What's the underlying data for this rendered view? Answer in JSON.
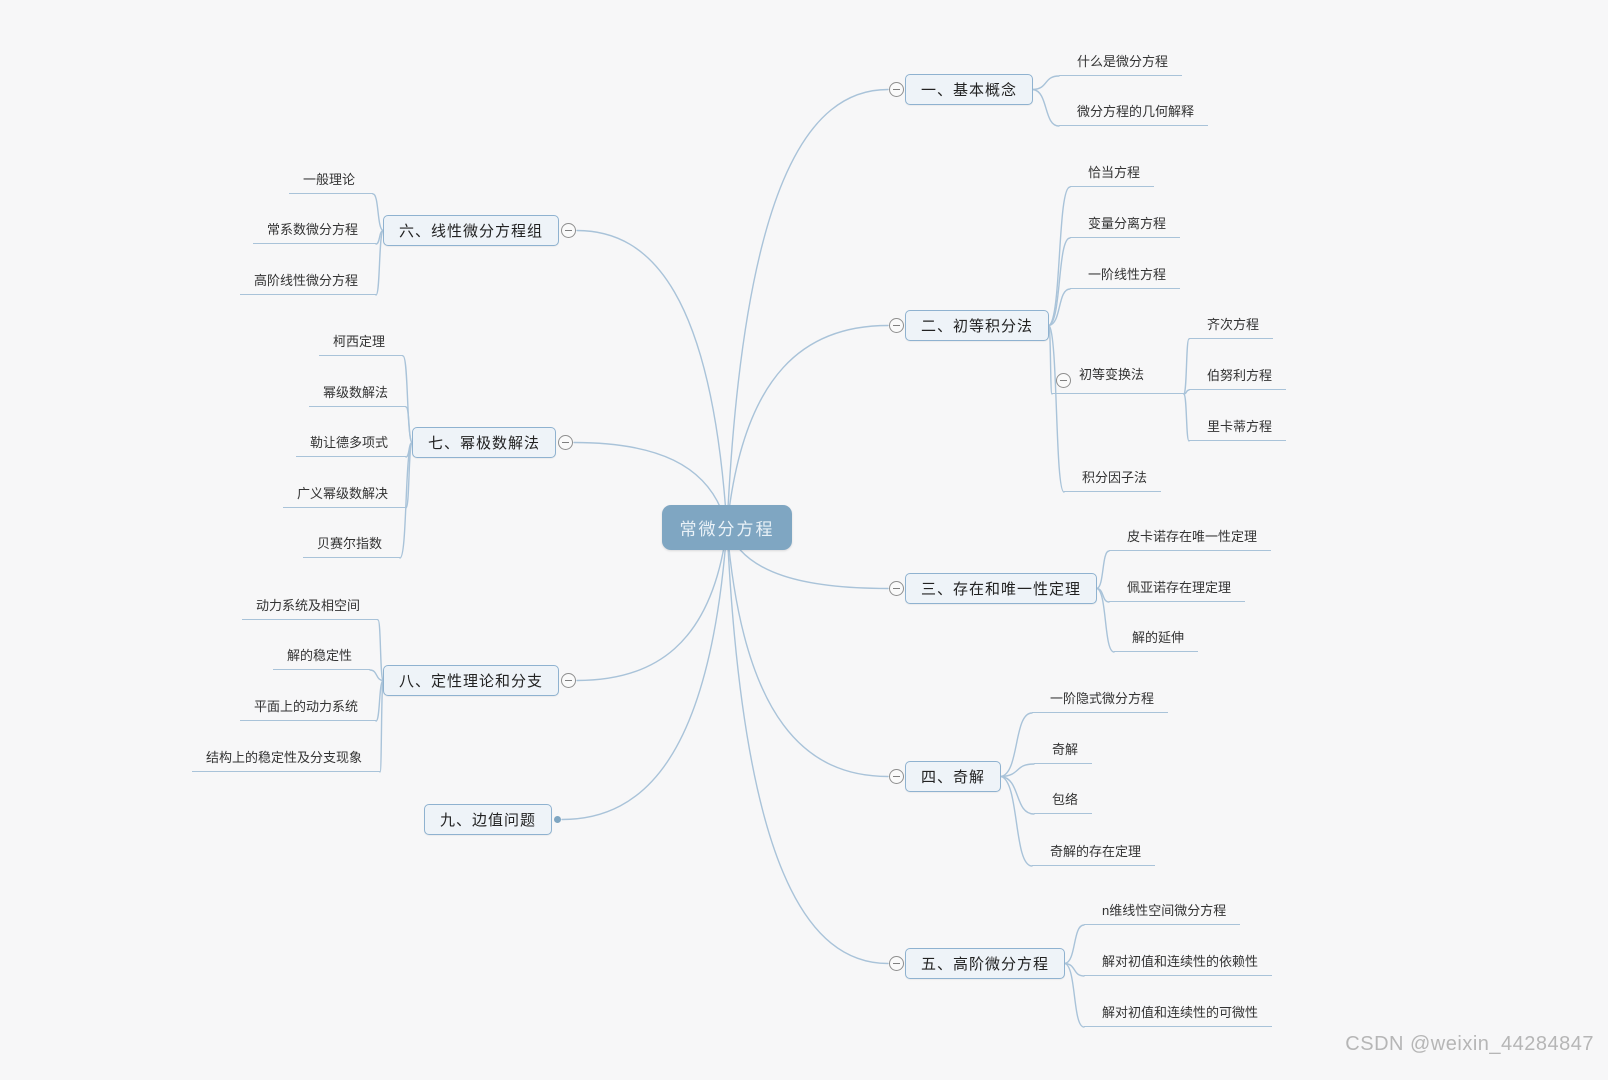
{
  "root": {
    "label": "常微分方程"
  },
  "right": [
    {
      "label": "一、基本概念",
      "children": [
        "什么是微分方程",
        "微分方程的几何解释"
      ]
    },
    {
      "label": "二、初等积分法",
      "children": [
        "恰当方程",
        "变量分离方程",
        "一阶线性方程",
        "积分因子法"
      ],
      "subnode": {
        "label": "初等变换法",
        "children": [
          "齐次方程",
          "伯努利方程",
          "里卡蒂方程"
        ]
      }
    },
    {
      "label": "三、存在和唯一性定理",
      "children": [
        "皮卡诺存在唯一性定理",
        "佩亚诺存在理定理",
        "解的延伸"
      ]
    },
    {
      "label": "四、奇解",
      "children": [
        "一阶隐式微分方程",
        "奇解",
        "包络",
        "奇解的存在定理"
      ]
    },
    {
      "label": "五、高阶微分方程",
      "children": [
        "n维线性空间微分方程",
        "解对初值和连续性的依赖性",
        "解对初值和连续性的可微性"
      ]
    }
  ],
  "left": [
    {
      "label": "六、线性微分方程组",
      "children": [
        "一般理论",
        "常系数微分方程",
        "高阶线性微分方程"
      ]
    },
    {
      "label": "七、幂极数解法",
      "children": [
        "柯西定理",
        "幂级数解法",
        "勒让德多项式",
        "广义幂级数解决",
        "贝赛尔指数"
      ]
    },
    {
      "label": "八、定性理论和分支",
      "children": [
        "动力系统及相空间",
        "解的稳定性",
        "平面上的动力系统",
        "结构上的稳定性及分支现象"
      ]
    },
    {
      "label": "九、边值问题",
      "children": []
    }
  ],
  "watermark": "CSDN @weixin_44284847",
  "icons": {
    "collapse": "minus-in-circle",
    "branch_end": "dot"
  },
  "colors": {
    "background": "#f7f7f8",
    "root_fill": "#7fa6c2",
    "branch_fill": "#eef3f8",
    "branch_border": "#8fb2d0",
    "connector": "#a9c3d9",
    "text": "#333333",
    "watermark": "#b6b6b6"
  }
}
